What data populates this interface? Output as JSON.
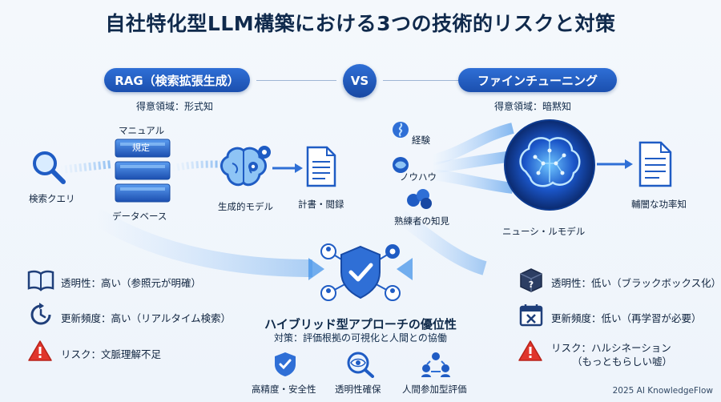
{
  "title": "自社特化型LLM構築における3つの技術的リスクと対策",
  "left": {
    "pill": "RAG（検索拡張生成）",
    "domain": "得意領域：形式知",
    "nodes": {
      "query": "検索クエリ",
      "manual": "マニュアル",
      "rule": "規定",
      "database": "データベース",
      "model": "生成的モデル",
      "docs": "計書・閲録"
    },
    "features": [
      {
        "icon": "book-icon",
        "text": "透明性：高い（参照元が明確）"
      },
      {
        "icon": "clock-refresh-icon",
        "text": "更新頻度：高い（リアルタイム検索）"
      },
      {
        "icon": "warning-icon",
        "text": "リスク：文脈理解不足"
      }
    ]
  },
  "vs": "VS",
  "right": {
    "pill": "ファインチューニング",
    "domain": "得意領域：暗黙知",
    "nodes": {
      "experience": "経験",
      "knowhow": "ノウハウ",
      "expert": "熟練者の知見",
      "neural": "ニューシ・ルモデル",
      "output": "輔闇な功率知"
    },
    "features": [
      {
        "icon": "question-box-icon",
        "text": "透明性：低い（ブラックボックス化）"
      },
      {
        "icon": "calendar-x-icon",
        "text": "更新頻度：低い（再学習が必要）"
      },
      {
        "icon": "warning-icon",
        "text": "リスク：ハルシネーション"
      }
    ],
    "risk_sub": "（もっともらしい嘘）"
  },
  "hybrid": {
    "title": "ハイブリッド型アプローチの優位性",
    "subtitle": "対策：評価根拠の可視化と人間との協働",
    "benefits": [
      {
        "icon": "shield-check-icon",
        "text": "高精度・安全性"
      },
      {
        "icon": "eye-search-icon",
        "text": "透明性確保"
      },
      {
        "icon": "people-icon",
        "text": "人間参加型評価"
      }
    ]
  },
  "footer": "2025 AI KnowledgeFlow",
  "colors": {
    "primary": "#1f5cc4",
    "dark": "#0f2a4a",
    "warning": "#e0352b",
    "accent": "#3b8ee8"
  }
}
